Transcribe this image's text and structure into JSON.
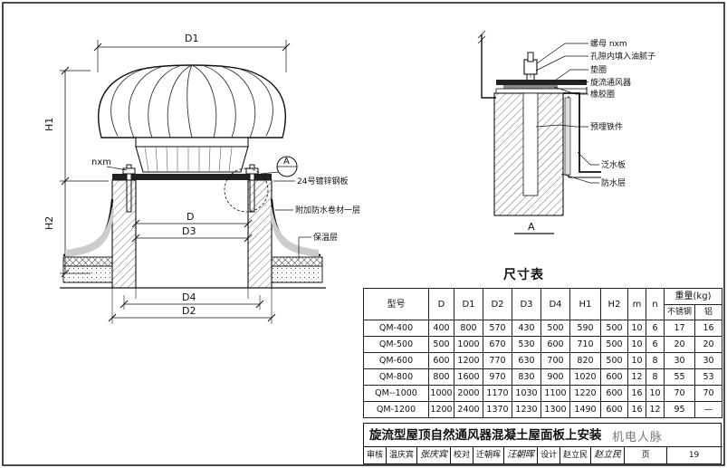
{
  "left_drawing": {
    "dims": {
      "d1": "D1",
      "h1": "H1",
      "h2": "H2",
      "d": "D",
      "d3": "D3",
      "d4": "D4",
      "d2": "D2"
    },
    "callouts": {
      "bolt": "nxm",
      "section_marker": "A",
      "plate": "24号镀锌钢板",
      "membrane": "附加防水卷材一层",
      "insulation": "保温层"
    }
  },
  "right_drawing": {
    "callouts": [
      "螺母 nxm",
      "孔隙内填入油腻子",
      "垫圈",
      "旋流通风器",
      "橡胶圈",
      "预埋铁件",
      "泛水板",
      "防水层"
    ],
    "section_label": "A"
  },
  "spec_table": {
    "title": "尺寸表",
    "headers": [
      "型号",
      "D",
      "D1",
      "D2",
      "D3",
      "D4",
      "H1",
      "H2",
      "m",
      "n",
      "重量(kg)"
    ],
    "weight_sub": [
      "不锈钢",
      "铝"
    ],
    "rows": [
      [
        "QM-400",
        "400",
        "800",
        "570",
        "430",
        "500",
        "590",
        "500",
        "10",
        "6",
        "17",
        "16"
      ],
      [
        "QM-500",
        "500",
        "1000",
        "670",
        "530",
        "600",
        "710",
        "500",
        "10",
        "6",
        "20",
        "20"
      ],
      [
        "QM-600",
        "600",
        "1200",
        "770",
        "630",
        "700",
        "820",
        "500",
        "10",
        "8",
        "30",
        "30"
      ],
      [
        "QM-800",
        "800",
        "1600",
        "970",
        "830",
        "900",
        "1020",
        "600",
        "12",
        "8",
        "55",
        "53"
      ],
      [
        "QM--1000",
        "1000",
        "2000",
        "1170",
        "1030",
        "1100",
        "1220",
        "600",
        "16",
        "10",
        "70",
        "70"
      ],
      [
        "QM-1200",
        "1200",
        "2400",
        "1370",
        "1230",
        "1300",
        "1490",
        "600",
        "16",
        "12",
        "95",
        "—"
      ]
    ]
  },
  "title_block": {
    "title": "旋流型屋顶自然通风器混凝土屋面板上安装",
    "row": [
      "审核",
      "温庆宾",
      "张庆宾",
      "校对",
      "迁朝晖",
      "汪朝晖",
      "设计",
      "赵立民",
      "赵立民",
      "页",
      "19"
    ]
  },
  "watermark": "机电人脉"
}
